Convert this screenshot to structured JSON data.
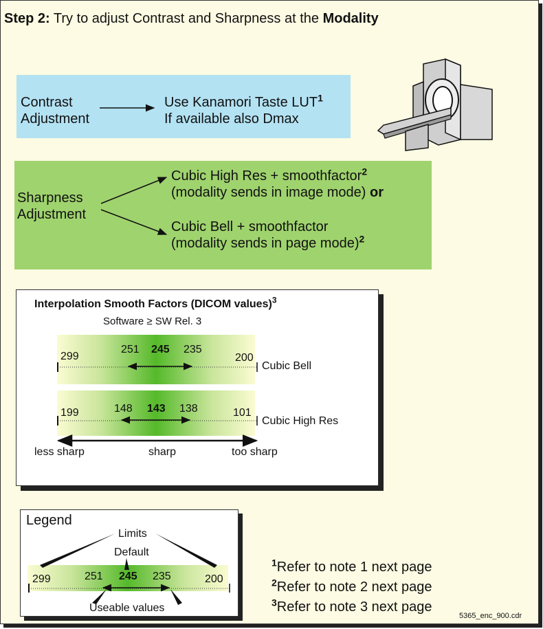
{
  "title": {
    "step": "Step 2:",
    "text": " Try to adjust Contrast and Sharpness at the ",
    "emphasis": "Modality"
  },
  "contrast": {
    "label_line1": "Contrast",
    "label_line2": "Adjustment",
    "result_line1": "Use Kanamori Taste LUT",
    "result_line1_note": "1",
    "result_line2": "If available also Dmax"
  },
  "sharpness": {
    "label_line1": "Sharpness",
    "label_line2": "Adjustment",
    "option1_line1": "Cubic High Res + smoothfactor",
    "option1_note": "2",
    "option1_line2": "(modality sends in image mode)",
    "option1_or": "or",
    "option2_line1": "Cubic Bell + smoothfactor",
    "option2_line2": "(modality sends in page mode)",
    "option2_note": "2"
  },
  "interpolation": {
    "title": "Interpolation Smooth Factors (DICOM values)",
    "title_note": "3",
    "subtitle": "Software ≥ SW Rel. 3",
    "cubic_bell": {
      "label": "Cubic Bell",
      "min": "299",
      "low": "251",
      "default": "245",
      "high": "235",
      "max": "200"
    },
    "cubic_high_res": {
      "label": "Cubic High Res",
      "min": "199",
      "low": "148",
      "default": "143",
      "high": "138",
      "max": "101"
    },
    "axis": {
      "left": "less sharp",
      "center": "sharp",
      "right": "too sharp"
    }
  },
  "legend": {
    "title": "Legend",
    "limits": "Limits",
    "default": "Default",
    "useable": "Useable values",
    "values": {
      "min": "299",
      "low": "251",
      "default": "245",
      "high": "235",
      "max": "200"
    }
  },
  "notes": [
    {
      "num": "1",
      "text": "Refer to note 1 next page"
    },
    {
      "num": "2",
      "text": "Refer to note 2 next page"
    },
    {
      "num": "3",
      "text": "Refer to note 3 next page"
    }
  ],
  "file_ref": "5365_enc_900.cdr",
  "colors": {
    "page": "#fdfbe3",
    "contrast_box": "#b3e2f3",
    "sharpness_box": "#9fd36e",
    "gradient_center": "#55b92a"
  },
  "icons": [
    "ct-scanner-icon"
  ]
}
